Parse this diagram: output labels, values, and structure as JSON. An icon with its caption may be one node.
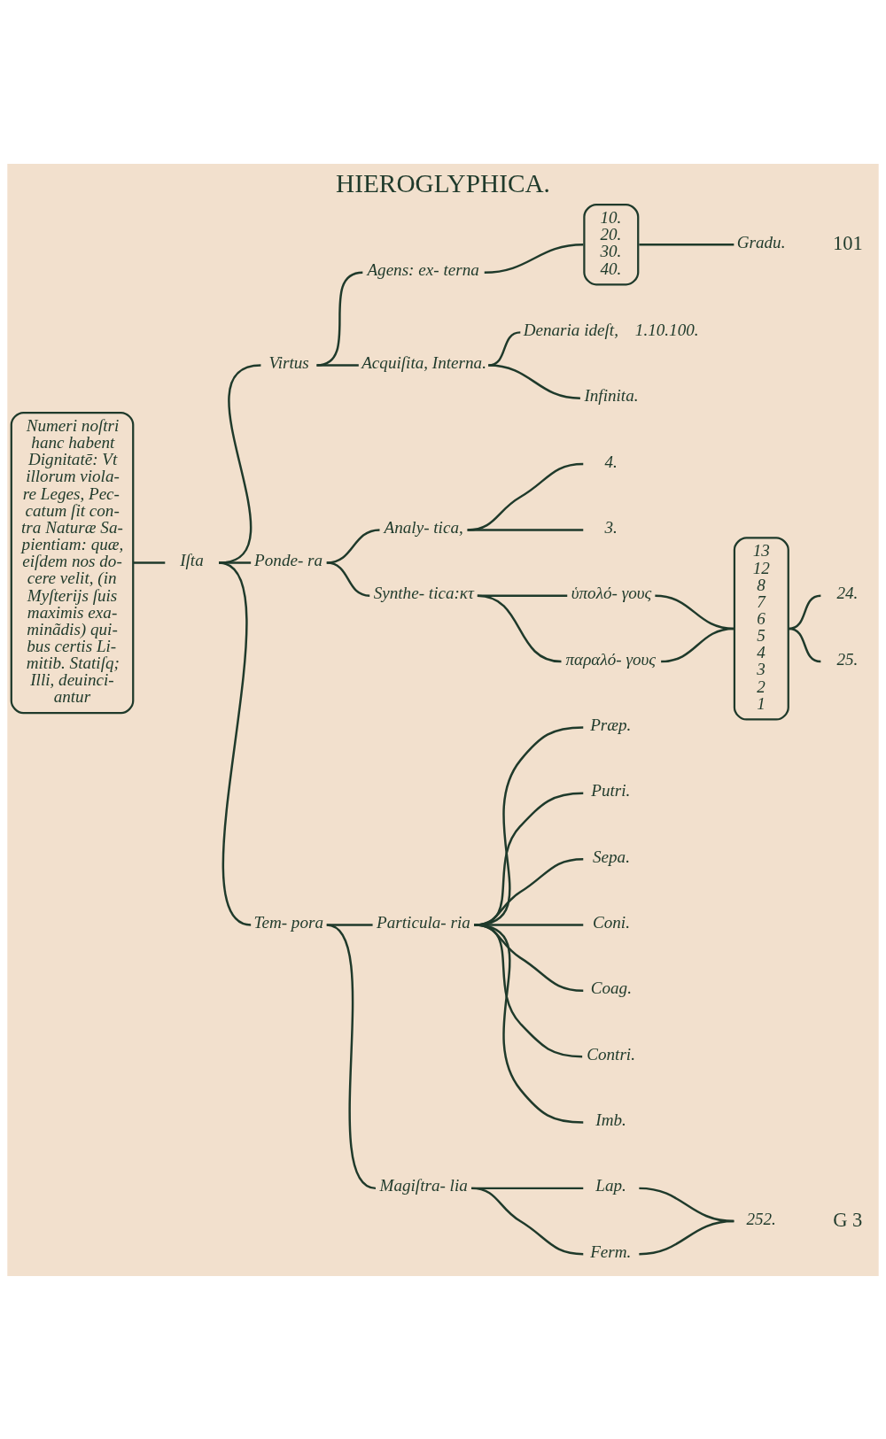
{
  "diagram": {
    "title": "HIEROGLYPHICA.",
    "nodes": [
      {
        "text": [
          "Numeri noſtri hanc habent Dignitatē: Vt illorum viola- re Leges, Pec- catum ſit con- tra Naturæ Sa- pientiam: quæ, eiſdem nos do- cere velit, (in Myſterijs ſuis maximis exa- minãdis) qui- bus certis Li- mitib. Statiſq; Illi, deuinci- antur"
        ]
      },
      {
        "text": [
          "Iſta"
        ]
      },
      {
        "text": [
          "Virtus"
        ]
      },
      {
        "text": [
          "Agens: ex- terna"
        ]
      },
      {
        "text": [
          "10.",
          "20.",
          "30.",
          "40."
        ]
      },
      {
        "text": [
          "Gradu."
        ]
      },
      {
        "text": [
          "Acquiſita, Interna."
        ]
      },
      {
        "text": [
          "Denaria ideſt,"
        ],
        "beside": [
          "1.10.100."
        ]
      },
      {
        "text": [
          "Infinita."
        ]
      },
      {
        "text": [
          "Ponde- ra"
        ]
      },
      {
        "text": [
          "Analy- tica,"
        ]
      },
      {
        "text": [
          "4."
        ]
      },
      {
        "text": [
          "3."
        ]
      },
      {
        "text": [
          "Synthe- tica:κτ"
        ]
      },
      {
        "text": [
          "ὑπολό- γους"
        ]
      },
      {
        "text": [
          "παραλό- γους"
        ]
      },
      {
        "text": [
          "13",
          "12",
          "8",
          "7",
          "6",
          "5",
          "4",
          "3",
          "2",
          "1"
        ]
      },
      {
        "text": [
          "24."
        ]
      },
      {
        "text": [
          "25."
        ]
      },
      {
        "text": [
          "Tem- pora"
        ]
      },
      {
        "text": [
          "Particula- ria"
        ]
      },
      {
        "text": [
          "Præp."
        ]
      },
      {
        "text": [
          "Putri."
        ]
      },
      {
        "text": [
          "Sepa."
        ]
      },
      {
        "text": [
          "Coni."
        ]
      },
      {
        "text": [
          "Coag."
        ]
      },
      {
        "text": [
          "Contri."
        ]
      },
      {
        "text": [
          "Imb."
        ]
      },
      {
        "text": [
          "Magiſtra- lia"
        ]
      },
      {
        "text": [
          "Lap."
        ]
      },
      {
        "text": [
          "Ferm."
        ]
      },
      {
        "text": [
          "252."
        ]
      }
    ],
    "edges": [
      {
        "from": 0,
        "to": 1,
        "arrow": "none"
      },
      {
        "from": 1,
        "to": 2,
        "arrow": "none"
      },
      {
        "from": 1,
        "to": 9,
        "arrow": "none"
      },
      {
        "from": 1,
        "to": 19,
        "arrow": "none"
      },
      {
        "from": 2,
        "to": 3,
        "arrow": "none"
      },
      {
        "from": 2,
        "to": 6,
        "arrow": "none"
      },
      {
        "from": 3,
        "to": 4,
        "arrow": "none"
      },
      {
        "from": 4,
        "to": 5,
        "arrow": "none"
      },
      {
        "from": 6,
        "to": 7,
        "arrow": "none"
      },
      {
        "from": 6,
        "to": 8,
        "arrow": "none"
      },
      {
        "from": 9,
        "to": 10,
        "arrow": "none"
      },
      {
        "from": 9,
        "to": 13,
        "arrow": "none"
      },
      {
        "from": 10,
        "to": 11,
        "arrow": "none"
      },
      {
        "from": 10,
        "to": 12,
        "arrow": "none"
      },
      {
        "from": 13,
        "to": 14,
        "arrow": "none"
      },
      {
        "from": 13,
        "to": 15,
        "arrow": "none"
      },
      {
        "from": 14,
        "to": 16,
        "arrow": "none"
      },
      {
        "from": 15,
        "to": 16,
        "arrow": "none"
      },
      {
        "from": 16,
        "to": 17,
        "arrow": "none"
      },
      {
        "from": 16,
        "to": 18,
        "arrow": "none"
      },
      {
        "from": 19,
        "to": 20,
        "arrow": "none"
      },
      {
        "from": 19,
        "to": 28,
        "arrow": "none"
      },
      {
        "from": 20,
        "to": 21,
        "arrow": "none"
      },
      {
        "from": 20,
        "to": 22,
        "arrow": "none"
      },
      {
        "from": 20,
        "to": 23,
        "arrow": "none"
      },
      {
        "from": 20,
        "to": 24,
        "arrow": "none"
      },
      {
        "from": 20,
        "to": 25,
        "arrow": "none"
      },
      {
        "from": 20,
        "to": 26,
        "arrow": "none"
      },
      {
        "from": 20,
        "to": 27,
        "arrow": "none"
      },
      {
        "from": 28,
        "to": 29,
        "arrow": "none"
      },
      {
        "from": 28,
        "to": 30,
        "arrow": "none"
      },
      {
        "from": 29,
        "to": 31,
        "arrow": "none"
      },
      {
        "from": 30,
        "to": 31,
        "arrow": "none"
      }
    ],
    "labels": [
      "101",
      "G 3"
    ]
  }
}
